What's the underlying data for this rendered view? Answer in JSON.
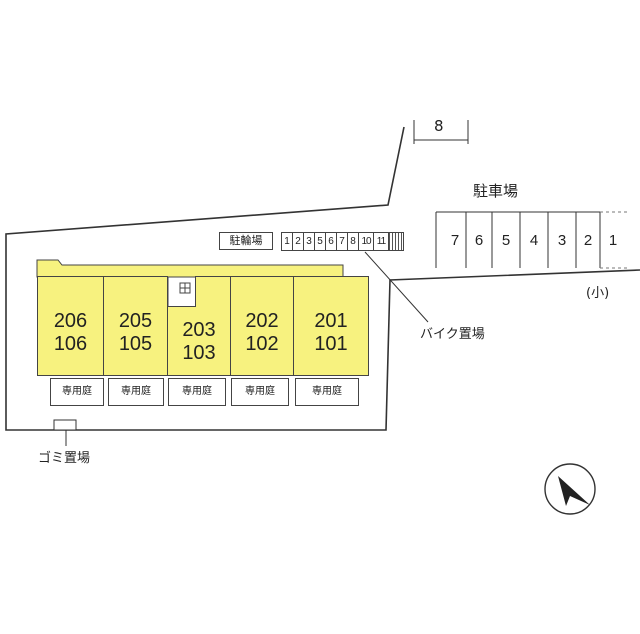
{
  "scale_label": "8",
  "parking": {
    "label": "駐車場",
    "slots": [
      "7",
      "6",
      "5",
      "4",
      "3",
      "2",
      "1"
    ]
  },
  "road_label": "(小)",
  "bicycle": {
    "label": "駐輪場",
    "slots": [
      "1",
      "2",
      "3",
      "5",
      "6",
      "7",
      "8",
      "10",
      "11"
    ]
  },
  "bike_parking_label": "バイク置場",
  "garbage_label": "ゴミ置場",
  "units": [
    {
      "upper": "206",
      "lower": "106",
      "garden": "専用庭"
    },
    {
      "upper": "205",
      "lower": "105",
      "garden": "専用庭"
    },
    {
      "upper": "203",
      "lower": "103",
      "garden": "専用庭"
    },
    {
      "upper": "202",
      "lower": "102",
      "garden": "専用庭"
    },
    {
      "upper": "201",
      "lower": "101",
      "garden": "専用庭"
    }
  ],
  "compass_icon": "north-arrow-icon"
}
